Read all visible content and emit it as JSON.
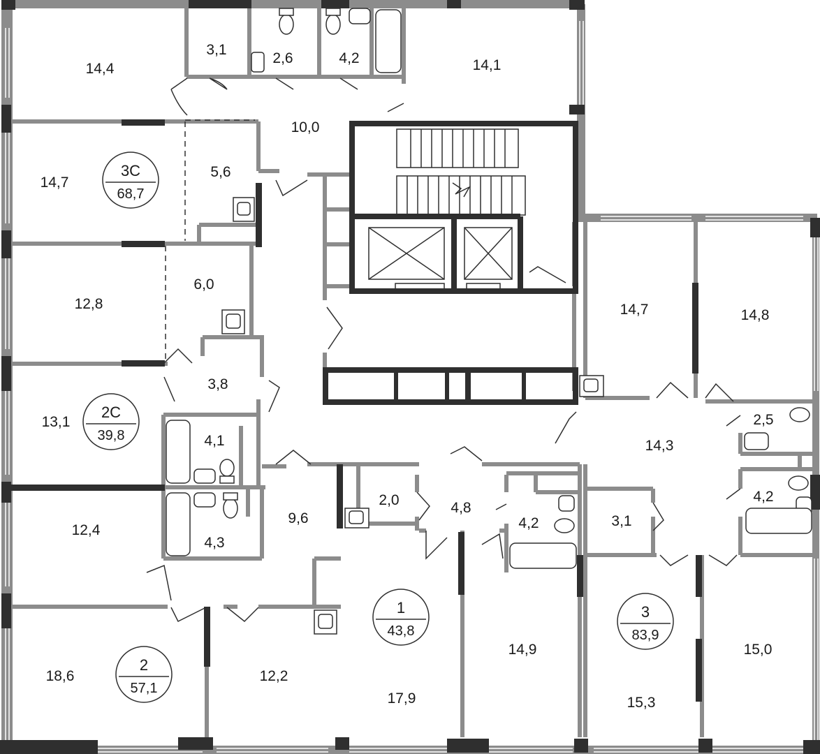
{
  "floor_plan": {
    "rooms": [
      {
        "id": "r1",
        "area": "14,4"
      },
      {
        "id": "r2",
        "area": "3,1"
      },
      {
        "id": "r3",
        "area": "2,6"
      },
      {
        "id": "r4",
        "area": "4,2"
      },
      {
        "id": "r5",
        "area": "14,1"
      },
      {
        "id": "r6",
        "area": "10,0"
      },
      {
        "id": "r7",
        "area": "14,7"
      },
      {
        "id": "r8",
        "area": "5,6"
      },
      {
        "id": "r9",
        "area": "12,8"
      },
      {
        "id": "r10",
        "area": "6,0"
      },
      {
        "id": "r11",
        "area": "3,8"
      },
      {
        "id": "r12",
        "area": "13,1"
      },
      {
        "id": "r13",
        "area": "4,1"
      },
      {
        "id": "r14",
        "area": "12,4"
      },
      {
        "id": "r15",
        "area": "4,3"
      },
      {
        "id": "r16",
        "area": "9,6"
      },
      {
        "id": "r17",
        "area": "2,0"
      },
      {
        "id": "r18",
        "area": "4,8"
      },
      {
        "id": "r19",
        "area": "4,2"
      },
      {
        "id": "r20",
        "area": "3,1"
      },
      {
        "id": "r21",
        "area": "14,7"
      },
      {
        "id": "r22",
        "area": "14,8"
      },
      {
        "id": "r23",
        "area": "14,3"
      },
      {
        "id": "r24",
        "area": "2,5"
      },
      {
        "id": "r25",
        "area": "4,2"
      },
      {
        "id": "r26",
        "area": "18,6"
      },
      {
        "id": "r27",
        "area": "12,2"
      },
      {
        "id": "r28",
        "area": "17,9"
      },
      {
        "id": "r29",
        "area": "14,9"
      },
      {
        "id": "r30",
        "area": "15,3"
      },
      {
        "id": "r31",
        "area": "15,0"
      }
    ],
    "apartments": [
      {
        "id": "a3c",
        "number": "3С",
        "area": "68,7"
      },
      {
        "id": "a2c",
        "number": "2С",
        "area": "39,8"
      },
      {
        "id": "a2",
        "number": "2",
        "area": "57,1"
      },
      {
        "id": "a1",
        "number": "1",
        "area": "43,8"
      },
      {
        "id": "a3",
        "number": "3",
        "area": "83,9"
      }
    ],
    "colors": {
      "wall": "#8c8c8c",
      "wall_dark": "#2f2f2f",
      "text": "#1a1a1a",
      "background": "#ffffff"
    }
  }
}
